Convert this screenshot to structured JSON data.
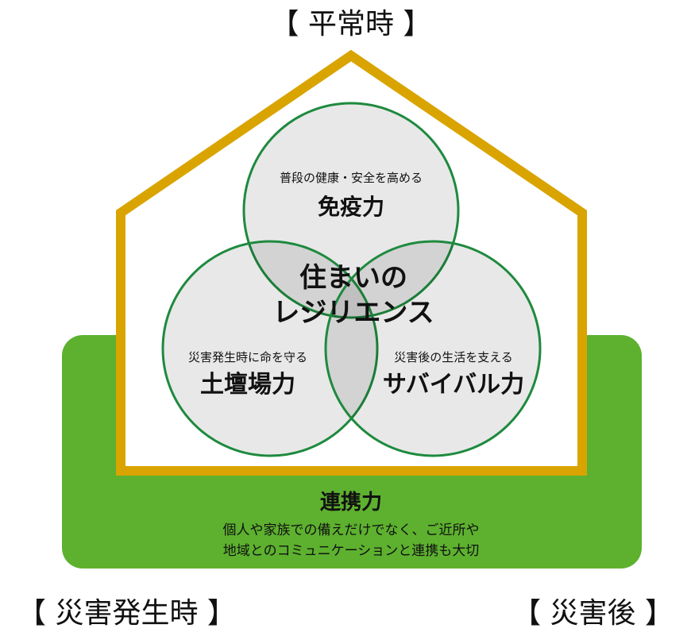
{
  "labels": {
    "normal_time": "【 平常時 】",
    "during_disaster": "【 災害発生時 】",
    "after_disaster": "【 災害後 】"
  },
  "center": {
    "line1": "住まいの",
    "line2": "レジリエンス"
  },
  "circles": {
    "top": {
      "subtitle": "普段の健康・安全を高める",
      "title": "免疫力"
    },
    "left": {
      "subtitle": "災害発生時に命を守る",
      "title": "土壇場力"
    },
    "right": {
      "subtitle": "災害後の生活を支える",
      "title": "サバイバル力"
    }
  },
  "cooperation": {
    "title": "連携力",
    "line1": "個人や家族での備えだけでなく、ご近所や",
    "line2": "地域とのコミュニケーションと連携も大切"
  },
  "colors": {
    "house": "#D9A400",
    "green_band": "#5DB12F",
    "circle_stroke": "#1E8A3E"
  }
}
